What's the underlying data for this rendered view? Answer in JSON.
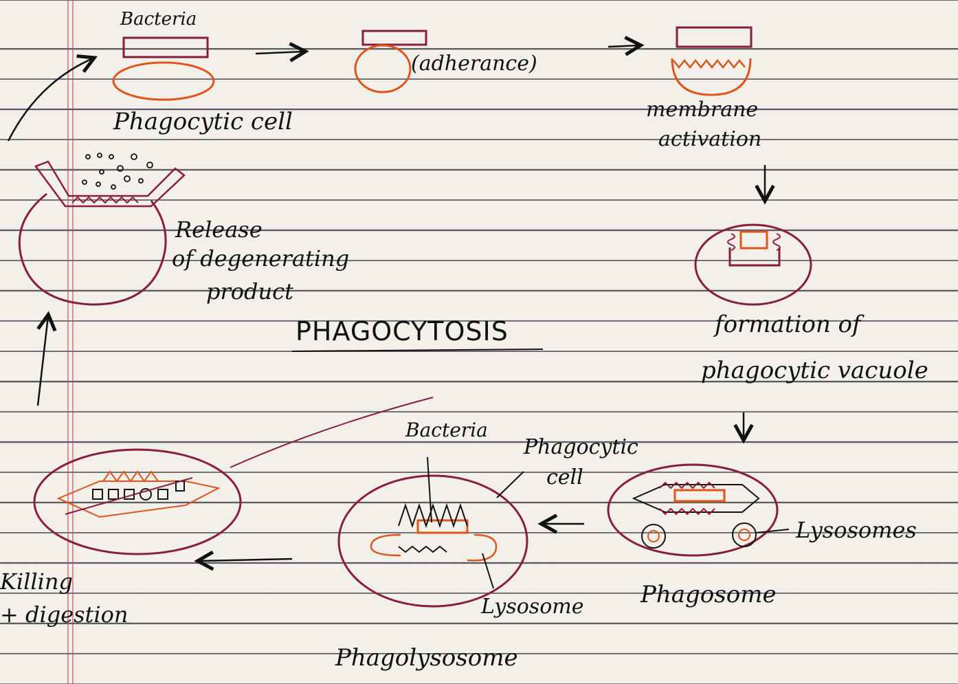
{
  "title": "PHAGOCYTOSIS",
  "colors": {
    "ink": "#111111",
    "magenta": "#8a1c3c",
    "orange": "#e0541a",
    "paper": "#f3efe9"
  },
  "labels": {
    "bacteria_top": "Bacteria",
    "phagocytic_cell_top": "Phagocytic cell",
    "adherance": "(adherance)",
    "membrane": "membrane",
    "activation": "activation",
    "formation_of": "formation of",
    "phagocytic_vacuole": "phagocytic vacuole",
    "lysosomes": "Lysosomes",
    "phagosome": "Phagosome",
    "bacteria_mid": "Bacteria",
    "phagocytic": "Phagocytic",
    "cell": "cell",
    "lysosome": "Lysosome",
    "phagolysosome": "Phagolysosome",
    "killing": "Killing",
    "digestion": "+ digestion",
    "release": "Release",
    "of_degenerating": "of degenerating",
    "product": "product"
  }
}
